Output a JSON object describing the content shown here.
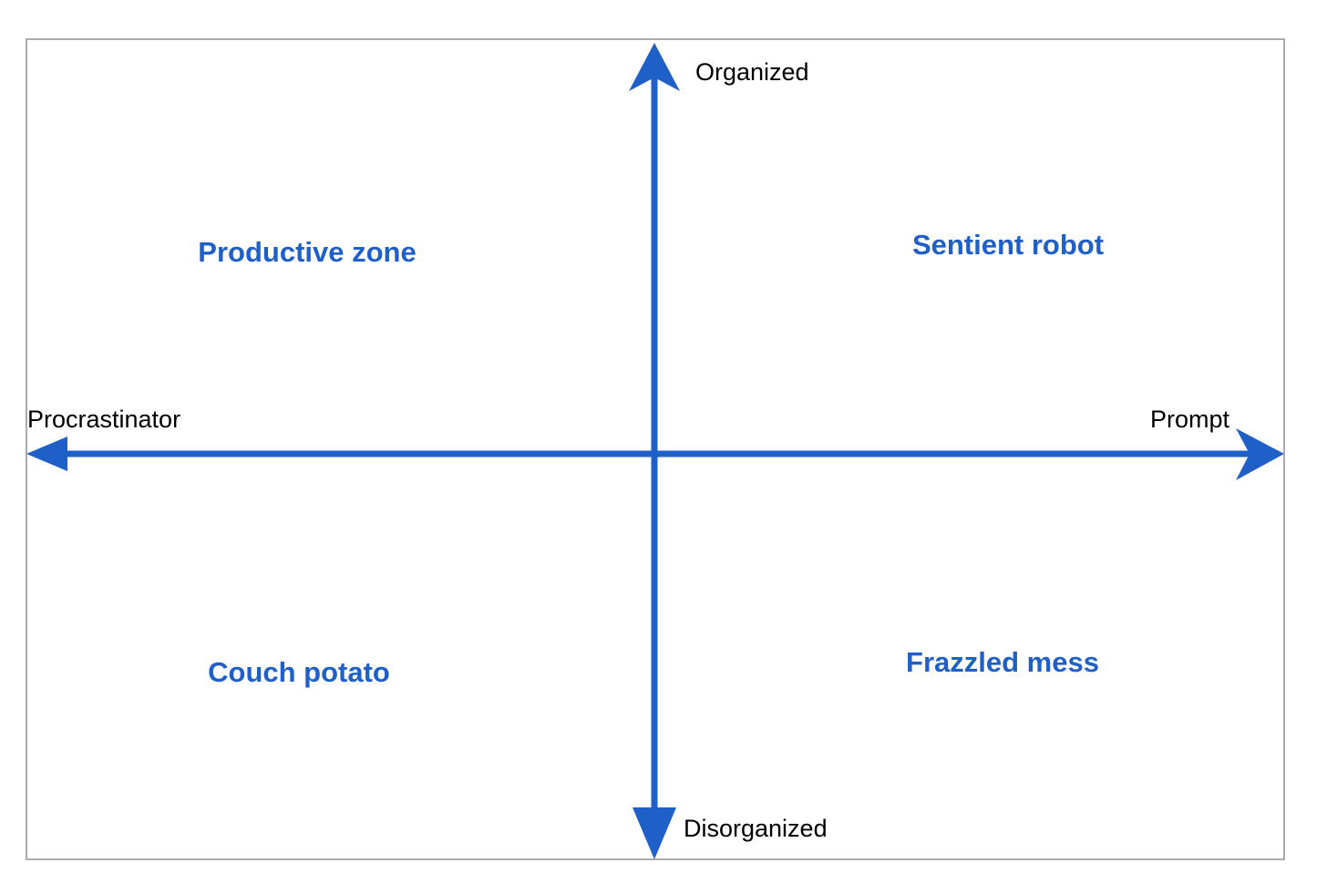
{
  "diagram": {
    "type": "quadrant-chart",
    "background_color": "#ffffff",
    "frame_border_color": "#acacac",
    "axis_color": "#1F5FC8",
    "axis_label_color": "#000000",
    "quadrant_label_color": "#1F5FC8",
    "axes": {
      "vertical": {
        "positive_label": "Organized",
        "negative_label": "Disorganized"
      },
      "horizontal": {
        "positive_label": "Prompt",
        "negative_label": "Procrastinator"
      }
    },
    "quadrants": {
      "top_left": "Productive zone",
      "top_right": "Sentient robot",
      "bottom_left": "Couch potato",
      "bottom_right": "Frazzled mess"
    }
  }
}
